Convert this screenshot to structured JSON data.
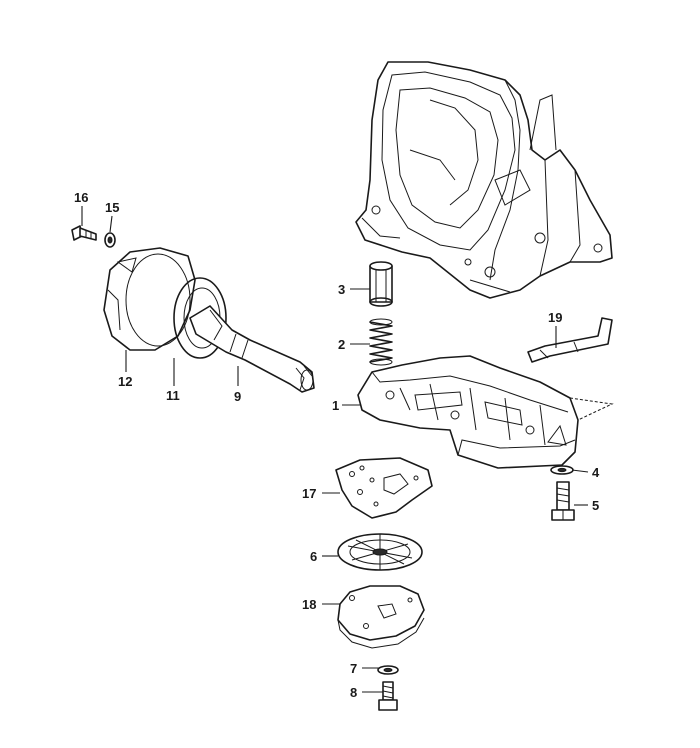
{
  "callouts": {
    "c1": "1",
    "c2": "2",
    "c3": "3",
    "c4": "4",
    "c5": "5",
    "c6": "6",
    "c7": "7",
    "c8": "8",
    "c9": "9",
    "c11": "11",
    "c12": "12",
    "c15": "15",
    "c16": "16",
    "c17": "17",
    "c18": "18",
    "c19": "19"
  }
}
